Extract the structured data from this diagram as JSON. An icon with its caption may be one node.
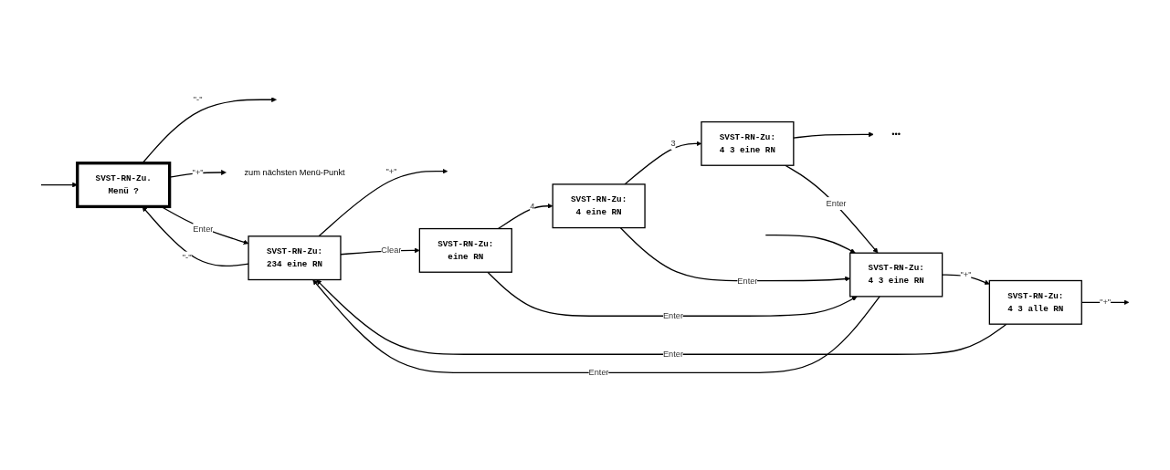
{
  "diagram": {
    "nodes": [
      {
        "text": [
          "SVST-RN-Zu.",
          "Menü ?"
        ]
      },
      {
        "text": [
          "zum nächsten Menü-Punkt"
        ]
      },
      {
        "text": [
          "SVST-RN-Zu:",
          "234 eine RN"
        ]
      },
      {
        "text": [
          "SVST-RN-Zu:",
          "eine RN"
        ]
      },
      {
        "text": [
          "SVST-RN-Zu:",
          "4 eine RN"
        ]
      },
      {
        "text": [
          "SVST-RN-Zu:",
          "4 3 eine RN"
        ]
      },
      {
        "text": [
          "•••"
        ]
      },
      {
        "text": [
          "SVST-RN-Zu:",
          "4 3 eine RN"
        ]
      },
      {
        "text": [
          "SVST-RN-Zu:",
          "4 3 alle RN"
        ]
      }
    ],
    "edges": [
      {
        "from": 0,
        "to": null,
        "arrow": "to",
        "label": "\"-\""
      },
      {
        "from": null,
        "to": 0,
        "arrow": "to"
      },
      {
        "from": 0,
        "to": 1,
        "arrow": "to",
        "label": "\"+\""
      },
      {
        "from": 0,
        "to": 2,
        "arrow": "to",
        "label": "Enter"
      },
      {
        "from": 2,
        "to": 0,
        "arrow": "to",
        "label": "\"-\""
      },
      {
        "from": 2,
        "to": null,
        "arrow": "to",
        "label": "\"+\""
      },
      {
        "from": 2,
        "to": 3,
        "arrow": "to",
        "label": "Clear"
      },
      {
        "from": 3,
        "to": 4,
        "arrow": "to",
        "label": "4"
      },
      {
        "from": 4,
        "to": 5,
        "arrow": "to",
        "label": "3"
      },
      {
        "from": 5,
        "to": 6,
        "arrow": "to"
      },
      {
        "from": 3,
        "to": 7,
        "arrow": "to",
        "label": "Enter"
      },
      {
        "from": 4,
        "to": 7,
        "arrow": "to",
        "label": "Enter"
      },
      {
        "from": 5,
        "to": 7,
        "arrow": "to",
        "label": "Enter"
      },
      {
        "from": null,
        "to": 7,
        "arrow": "to"
      },
      {
        "from": 7,
        "to": 8,
        "arrow": "to",
        "label": "\"+\""
      },
      {
        "from": 7,
        "to": 2,
        "arrow": "to",
        "label": "Enter"
      },
      {
        "from": 8,
        "to": 2,
        "arrow": "to",
        "label": "Enter"
      },
      {
        "from": 8,
        "to": null,
        "arrow": "to",
        "label": "\"+\""
      }
    ]
  }
}
